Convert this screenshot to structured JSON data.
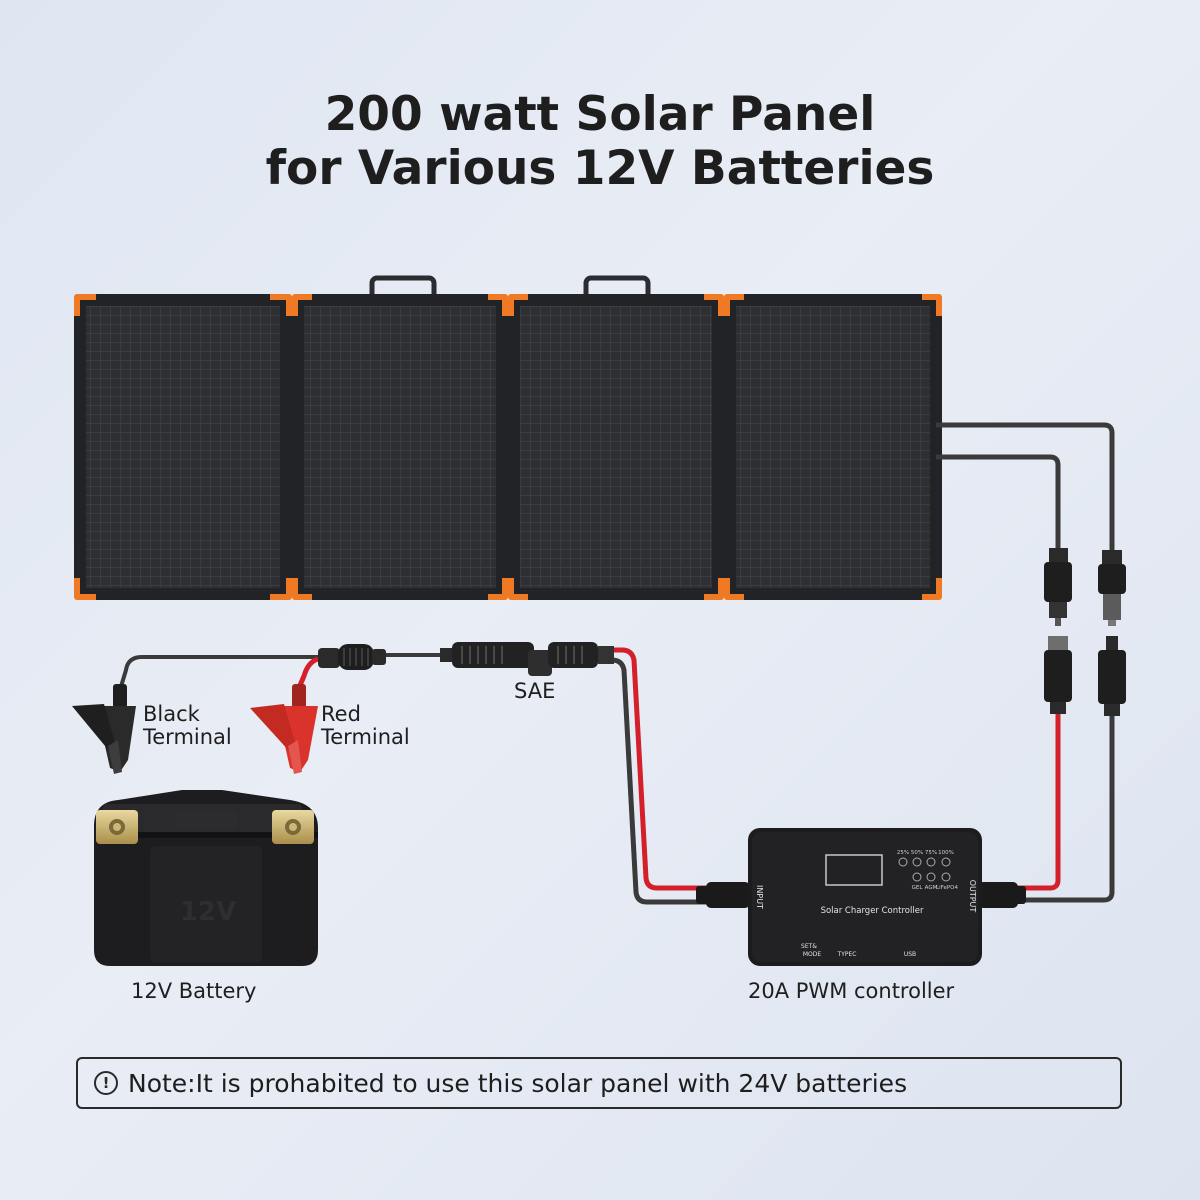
{
  "header": {
    "title_line1": "200 watt Solar Panel",
    "title_line2": "for Various 12V Batteries"
  },
  "labels": {
    "black_terminal_line1": "Black",
    "black_terminal_line2": "Terminal",
    "red_terminal_line1": "Red",
    "red_terminal_line2": "Terminal",
    "sae": "SAE",
    "battery": "12V Battery",
    "controller": "20A PWM controller"
  },
  "battery": {
    "marking": "12V"
  },
  "controller": {
    "name": "Solar Charger Controller",
    "input": "INPUT",
    "output": "OUTPUT",
    "button_line1": "SET&",
    "button_line2": "MODE",
    "typec": "TYPEC",
    "usb": "USB",
    "led_levels": [
      "25%",
      "50%",
      "75%",
      "100%"
    ],
    "led_modes": [
      "GEL",
      "AGM",
      "LiFePO4"
    ]
  },
  "note": {
    "icon": "exclamation-circle-icon",
    "text": "Note:It is prohabited to use this solar panel with 24V batteries"
  },
  "colors": {
    "panel_frame": "#f07a24",
    "panel_surface": "#2b2c30",
    "cable": "#3a3a3a",
    "cable_red": "#d4202a",
    "clamp_red": "#d9332b",
    "clamp_black": "#2a2a2a"
  }
}
